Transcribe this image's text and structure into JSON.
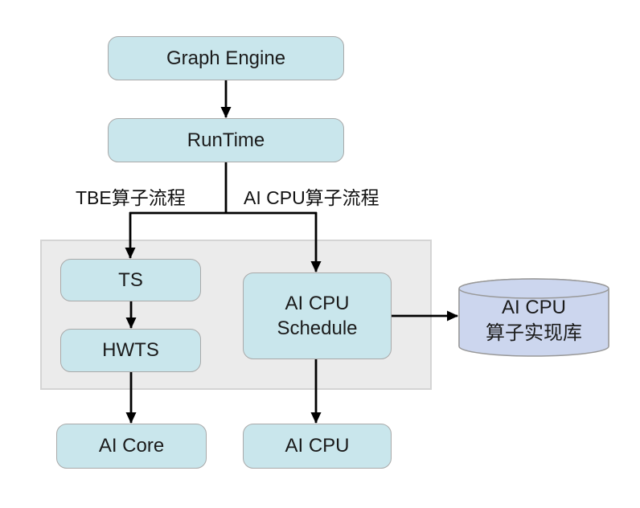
{
  "diagram": {
    "nodes": {
      "graph_engine": {
        "label": "Graph Engine"
      },
      "runtime": {
        "label": "RunTime"
      },
      "ts": {
        "label": "TS"
      },
      "hwts": {
        "label": "HWTS"
      },
      "ai_cpu_schedule": {
        "line1": "AI CPU",
        "line2": "Schedule"
      },
      "ai_cpu_lib": {
        "line1": "AI CPU",
        "line2": "算子实现库"
      },
      "ai_core": {
        "label": "AI Core"
      },
      "ai_cpu": {
        "label": "AI CPU"
      }
    },
    "edge_labels": {
      "tbe_flow": "TBE算子流程",
      "ai_cpu_flow": "AI CPU算子流程"
    },
    "colors": {
      "node_fill": "#c9e6ec",
      "node_border": "#a9a9a9",
      "group_fill": "#ebebeb",
      "group_border": "#d4d4d4",
      "cylinder_fill": "#ccd6ee",
      "cylinder_border": "#999999",
      "arrow": "#000000",
      "background": "#ffffff"
    }
  }
}
